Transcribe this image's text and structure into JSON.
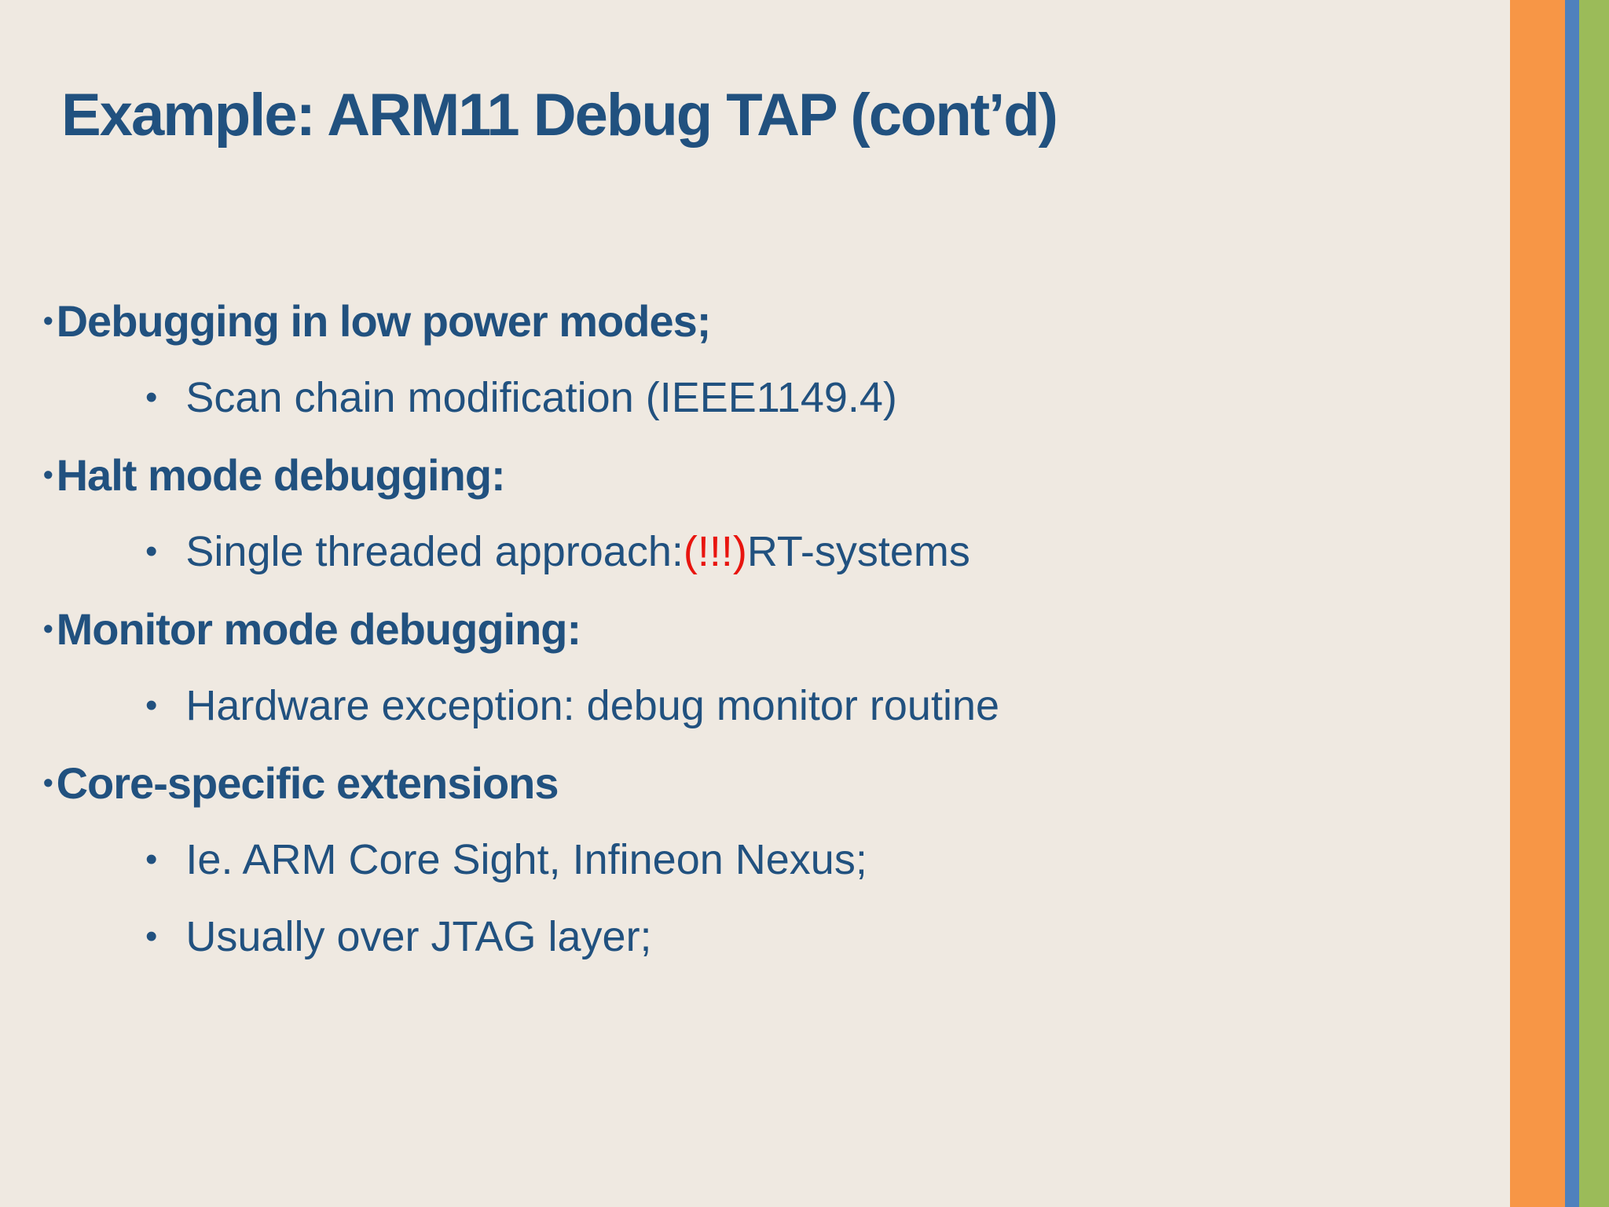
{
  "slide": {
    "title": "Example: ARM11 Debug TAP (cont’d)",
    "bullet_char": "•",
    "bullets": [
      {
        "level": 1,
        "bold": true,
        "text": "Debugging in low power modes;"
      },
      {
        "level": 2,
        "bold": false,
        "segments": [
          {
            "text": "Scan chain modification (IEEE1149.4)"
          }
        ]
      },
      {
        "level": 1,
        "bold": true,
        "text": "Halt mode debugging:"
      },
      {
        "level": 2,
        "bold": false,
        "segments": [
          {
            "text": "Single threaded approach: "
          },
          {
            "text": "(!!!)",
            "emphasis": "red"
          },
          {
            "text": " RT-systems"
          }
        ]
      },
      {
        "level": 1,
        "bold": true,
        "text": "Monitor mode debugging:"
      },
      {
        "level": 2,
        "bold": false,
        "segments": [
          {
            "text": "Hardware exception: debug monitor routine"
          }
        ]
      },
      {
        "level": 1,
        "bold": true,
        "text": "Core-specific extensions"
      },
      {
        "level": 2,
        "bold": false,
        "segments": [
          {
            "text": "Ie. ARM Core Sight, Infineon Nexus;"
          }
        ]
      },
      {
        "level": 2,
        "bold": false,
        "segments": [
          {
            "text": "Usually over JTAG layer;"
          }
        ]
      }
    ]
  },
  "colors": {
    "background": "#EFE9E1",
    "title_text": "#21517F",
    "body_text": "#21517F",
    "emphasis_red": "#E8150F",
    "stripe_orange": "#F79646",
    "stripe_blue": "#4F81BD",
    "stripe_green": "#9BBB59"
  }
}
